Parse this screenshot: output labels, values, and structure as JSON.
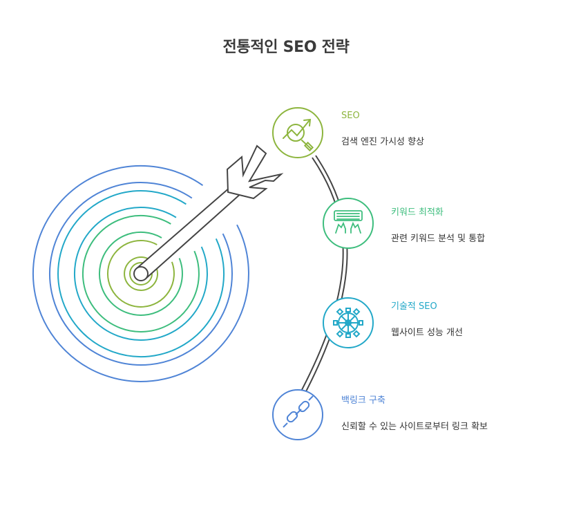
{
  "title": "전통적인 SEO 전략",
  "steps": [
    {
      "title": "SEO",
      "desc": "검색 엔진 가시성 향상",
      "color": "#8db53e",
      "icon": "chart-magnifier-icon"
    },
    {
      "title": "키워드 최적화",
      "desc": "관련 키워드 분석 및 통합",
      "color": "#3dbd7d",
      "icon": "keyboard-hands-icon"
    },
    {
      "title": "기술적 SEO",
      "desc": "웹사이트 성능 개선",
      "color": "#22a8c8",
      "icon": "gear-icon"
    },
    {
      "title": "백링크 구축",
      "desc": "신뢰할 수 있는 사이트로부터 링크 확보",
      "color": "#4f84d6",
      "icon": "chain-link-icon"
    }
  ],
  "target": {
    "ring_colors": [
      "#8db53e",
      "#3dbd7d",
      "#22a8c8",
      "#4f84d6"
    ],
    "icon": "arrow-in-target-icon"
  }
}
